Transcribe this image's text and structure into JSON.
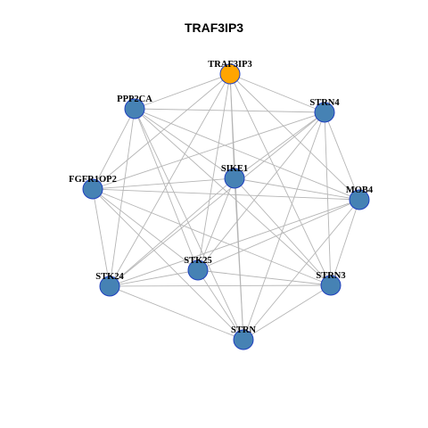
{
  "title": "TRAF3IP3",
  "colors": {
    "hub": "#FFA500",
    "node": "#4682B4",
    "border": "#1F3FBF",
    "edge": "#B5B5B5"
  },
  "nodes": [
    {
      "id": "TRAF3IP3",
      "label": "TRAF3IP3",
      "hub": true
    },
    {
      "id": "PPP2CA",
      "label": "PPP2CA",
      "hub": false
    },
    {
      "id": "STRN4",
      "label": "STRN4",
      "hub": false
    },
    {
      "id": "SIKE1",
      "label": "SIKE1",
      "hub": false
    },
    {
      "id": "FGFR1OP2",
      "label": "FGFR1OP2",
      "hub": false
    },
    {
      "id": "MOB4",
      "label": "MOB4",
      "hub": false
    },
    {
      "id": "STK25",
      "label": "STK25",
      "hub": false
    },
    {
      "id": "STK24",
      "label": "STK24",
      "hub": false
    },
    {
      "id": "STRN3",
      "label": "STRN3",
      "hub": false
    },
    {
      "id": "STRN",
      "label": "STRN",
      "hub": false
    }
  ],
  "edges": [
    [
      "TRAF3IP3",
      "PPP2CA"
    ],
    [
      "TRAF3IP3",
      "STRN4"
    ],
    [
      "TRAF3IP3",
      "SIKE1"
    ],
    [
      "TRAF3IP3",
      "FGFR1OP2"
    ],
    [
      "TRAF3IP3",
      "MOB4"
    ],
    [
      "TRAF3IP3",
      "STK25"
    ],
    [
      "TRAF3IP3",
      "STK24"
    ],
    [
      "TRAF3IP3",
      "STRN3"
    ],
    [
      "TRAF3IP3",
      "STRN"
    ],
    [
      "PPP2CA",
      "STRN4"
    ],
    [
      "PPP2CA",
      "SIKE1"
    ],
    [
      "PPP2CA",
      "FGFR1OP2"
    ],
    [
      "PPP2CA",
      "MOB4"
    ],
    [
      "PPP2CA",
      "STK25"
    ],
    [
      "PPP2CA",
      "STK24"
    ],
    [
      "PPP2CA",
      "STRN3"
    ],
    [
      "PPP2CA",
      "STRN"
    ],
    [
      "STRN4",
      "SIKE1"
    ],
    [
      "STRN4",
      "FGFR1OP2"
    ],
    [
      "STRN4",
      "MOB4"
    ],
    [
      "STRN4",
      "STK25"
    ],
    [
      "STRN4",
      "STK24"
    ],
    [
      "STRN4",
      "STRN3"
    ],
    [
      "STRN4",
      "STRN"
    ],
    [
      "SIKE1",
      "FGFR1OP2"
    ],
    [
      "SIKE1",
      "MOB4"
    ],
    [
      "SIKE1",
      "STK25"
    ],
    [
      "SIKE1",
      "STK24"
    ],
    [
      "SIKE1",
      "STRN3"
    ],
    [
      "SIKE1",
      "STRN"
    ],
    [
      "FGFR1OP2",
      "MOB4"
    ],
    [
      "FGFR1OP2",
      "STK25"
    ],
    [
      "FGFR1OP2",
      "STK24"
    ],
    [
      "FGFR1OP2",
      "STRN3"
    ],
    [
      "FGFR1OP2",
      "STRN"
    ],
    [
      "MOB4",
      "STK25"
    ],
    [
      "MOB4",
      "STK24"
    ],
    [
      "MOB4",
      "STRN3"
    ],
    [
      "MOB4",
      "STRN"
    ],
    [
      "STK25",
      "STK24"
    ],
    [
      "STK25",
      "STRN3"
    ],
    [
      "STK25",
      "STRN"
    ],
    [
      "STK24",
      "STRN3"
    ],
    [
      "STK24",
      "STRN"
    ],
    [
      "STRN3",
      "STRN"
    ]
  ]
}
